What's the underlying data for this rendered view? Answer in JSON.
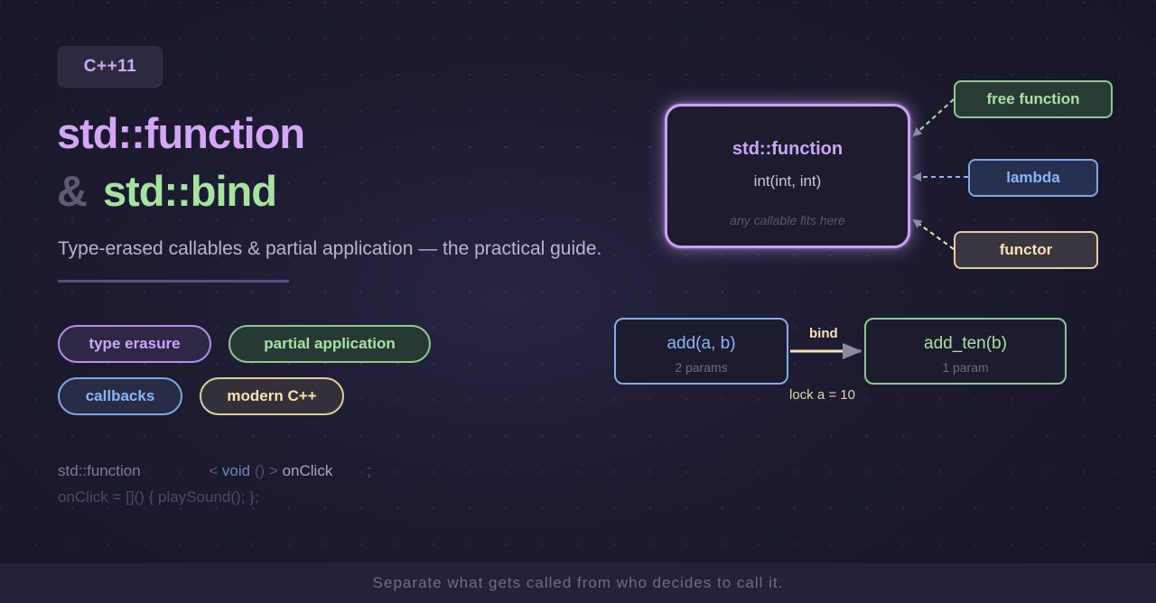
{
  "badge": "C++11",
  "title": {
    "line1": "std::function",
    "amp": "&",
    "line2": "std::bind"
  },
  "subtitle": "Type-erased callables & partial application — the practical guide.",
  "tags": [
    {
      "label": "type erasure",
      "color": "#cba6f7"
    },
    {
      "label": "partial application",
      "color": "#a6e3a1"
    },
    {
      "label": "callbacks",
      "color": "#89b4fa"
    },
    {
      "label": "modern C++",
      "color": "#f9e2af"
    }
  ],
  "code": {
    "line1": {
      "type": "std::function",
      "lt": "<",
      "ret": "void",
      "parens": "()",
      "gt": ">",
      "name": "onClick",
      "semi": ";"
    },
    "line2": "onClick = []() { playSound(); };"
  },
  "diagram": {
    "function_box": {
      "title": "std::function",
      "signature": "int(int, int)",
      "hint": "any callable fits here"
    },
    "sources": [
      {
        "label": "free function",
        "color": "#a6e3a1"
      },
      {
        "label": "lambda",
        "color": "#89b4fa"
      },
      {
        "label": "functor",
        "color": "#f9e2af"
      }
    ],
    "bind": {
      "from": {
        "name": "add(a, b)",
        "params": "2 params"
      },
      "to": {
        "name": "add_ten(b)",
        "params": "1 param"
      },
      "arrow_label": "bind",
      "note": "lock a = 10"
    }
  },
  "footer": "Separate what gets called from who decides to call it.",
  "colors": {
    "purple": "#cba6f7",
    "green": "#a6e3a1",
    "blue": "#89b4fa",
    "yellow": "#f9e2af",
    "background": "#1c1b30"
  }
}
